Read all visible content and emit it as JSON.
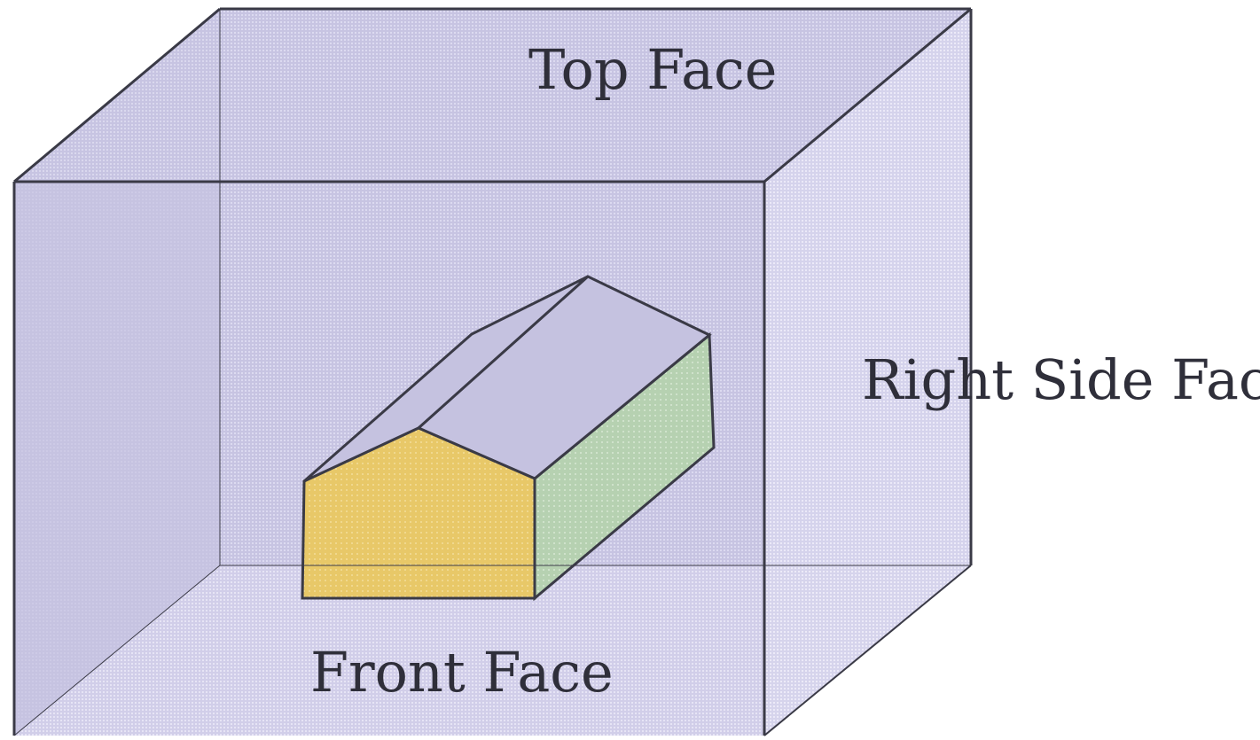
{
  "labels": {
    "top": "Top Face",
    "right": "Right Side Face",
    "front": "Front Face"
  },
  "colors": {
    "box_face": "#c5c2e0",
    "box_face_light": "#d8d6ee",
    "box_edge": "#3a3a46",
    "house_front": "#e8c868",
    "house_side": "#b9d3b4",
    "house_roof": "#c5c2e0",
    "text": "#2f2f3a"
  }
}
